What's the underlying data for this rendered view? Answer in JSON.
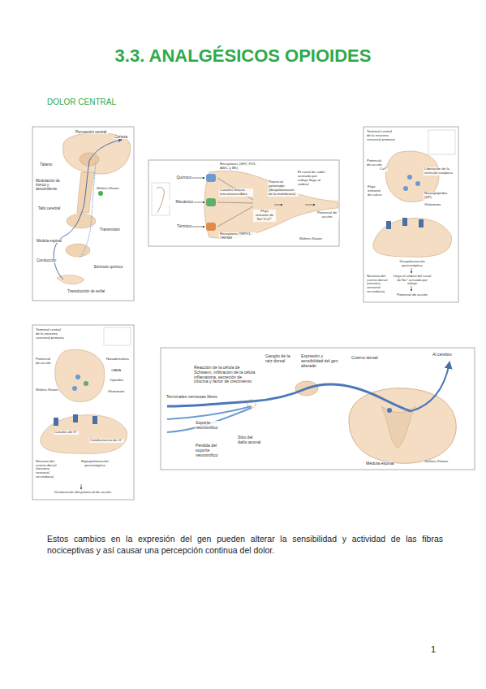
{
  "diagram": {
    "title": "3.3. ANALGÉSICOS OPIOIDES",
    "labels": [
      "DOLOR CENTRAL",
      "Percepción central",
      "Corteza",
      "Tálamo",
      "Modulación de tronco y descendente",
      "Wolters Kluwer",
      "Tallo cerebral",
      "Transmisión",
      "Médula espinal",
      "Conducción",
      "Estímulo químico",
      "Transducción de señal",
      "Químico",
      "Receptores (5HT, P2X, ASIC y BK)",
      "Mecánico",
      "Canales iónicos mecanosensibles",
      "Térmico",
      "Receptores TRPV1, TRPM8",
      "Flujo entrante de Na⁺/Ca²⁺",
      "Potencial generador (despolarización de la membrana)",
      "El canal de sodio activado por voltaje llega al umbral",
      "Potencial de acción",
      "Wolters Kluwer",
      "Terminal central de la neurona sensorial primaria",
      "Potencial de acción",
      "Ca²⁺",
      "Flujo entrante de calcio",
      "Liberación de la vesícula sináptica",
      "Neuropéptidos (SP)",
      "Glutamato",
      "Despolarización postsináptica",
      "Neurona del cuerno dorsal (neurona sensorial secundaria)",
      "Llega el umbral del canal de Na⁺ activado por voltaje",
      "Potencial de acción",
      "Terminal central de la neurona sensorial primaria",
      "Potencial de acción",
      "Wolters Kluwer",
      "Noradrenalina",
      "GABA",
      "Opioides",
      "Glutamato",
      "Hiperpolarización postsináptica",
      "Neurona del cuerno dorsal (neurona sensorial secundaria)",
      "Canales de K⁺",
      "Conductancia de Cl⁻",
      "Disminución del potencial de acción",
      "Reacción de la célula de Schwann, infiltración de la célula inflamatoria, secreción de citocina y factor de crecimiento",
      "Ganglio de la raíz dorsal",
      "Expresión y sensibilidad del gen alterado",
      "Cuerno dorsal",
      "Al cerebro",
      "Terminales nerviosas libres",
      "Soporte neurotrófico",
      "Pérdida del soporte neurotrófico",
      "Sitio del daño axonal",
      "Médula espinal",
      "Wolters Kluwer",
      "Estos cambios en la expresión del gen pueden alterar la sensibilidad y actividad de las fibras nociceptivas y así causar una percepción continua del dolor.",
      "1"
    ]
  }
}
